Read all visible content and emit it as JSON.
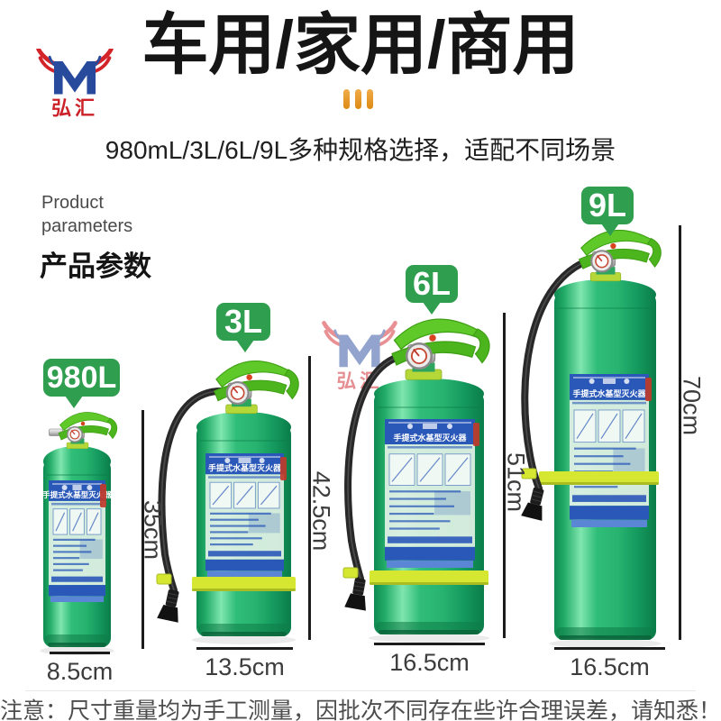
{
  "page": {
    "title": "车用/家用/商用",
    "subtitle": "980mL/3L/6L/9L多种规格选择，适配不同场景",
    "note": "注意：尺寸重量均为手工测量，因批次不同存在些许合理误差，请知悉！"
  },
  "brand": {
    "name": "弘汇",
    "logo_blue": "#274a9c",
    "logo_red": "#d3242a"
  },
  "section": {
    "en_line1": "Product",
    "en_line2": "parameters",
    "cn": "产品参数"
  },
  "bottle_label_title": "手提式水基型灭火器",
  "products": [
    {
      "size": "980L",
      "height": "35cm",
      "width": "8.5cm"
    },
    {
      "size": "3L",
      "height": "42.5cm",
      "width": "13.5cm"
    },
    {
      "size": "6L",
      "height": "51cm",
      "width": "16.5cm"
    },
    {
      "size": "9L",
      "height": "70cm",
      "width": "16.5cm"
    }
  ],
  "colors": {
    "badge_green": "#2f9f4f",
    "bottle_green_dark": "#0d8a50",
    "bottle_green_mid": "#2fbd78",
    "bottle_green_light": "#7fe6ae",
    "handle_green": "#5ec928",
    "handle_green_dark": "#3f9f14",
    "collar_yellow": "#b5d838",
    "band_yellow": "#d6e732",
    "label_blue": "#2a58b8",
    "label_panel": "#dcefe3",
    "hose_black": "#282828",
    "accent_orange": "#e5941f",
    "measure_line": "#1c1c1c",
    "sticker_red": "#c0392b"
  }
}
